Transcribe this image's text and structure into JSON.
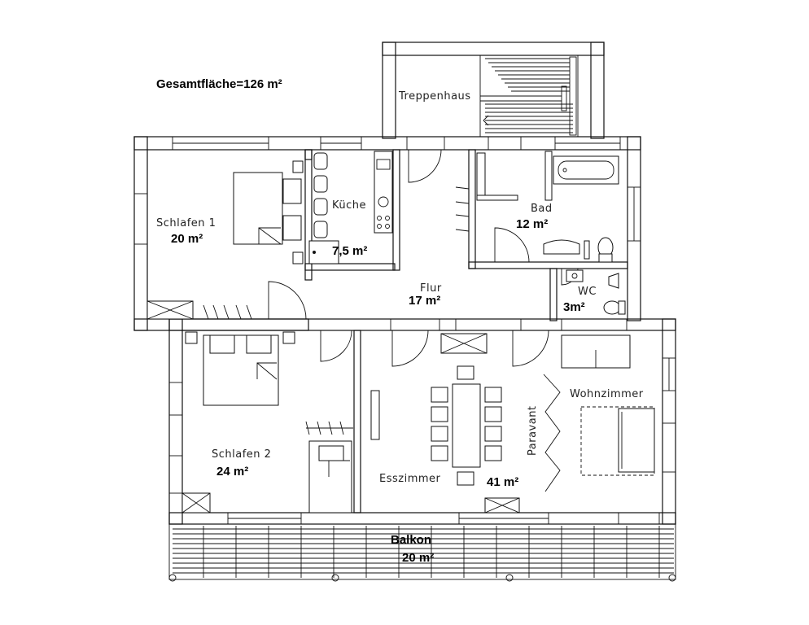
{
  "header": {
    "total_area": "Gesamtfläche=126 m²"
  },
  "rooms": {
    "treppenhaus": {
      "name": "Treppenhaus"
    },
    "schlafen1": {
      "name": "Schlafen 1",
      "area": "20 m²"
    },
    "kueche": {
      "name": "Küche",
      "area": "7,5 m²"
    },
    "bad": {
      "name": "Bad",
      "area": "12 m²"
    },
    "flur": {
      "name": "Flur",
      "area": "17 m²"
    },
    "wc": {
      "name": "WC",
      "area": "3m²"
    },
    "schlafen2": {
      "name": "Schlafen 2",
      "area": "24 m²"
    },
    "esszimmer": {
      "name": "Esszimmer",
      "area": "41 m²"
    },
    "wohnzimmer": {
      "name": "Wohnzimmer"
    },
    "paravant": {
      "name": "Paravant"
    },
    "balkon": {
      "name": "Balkon",
      "area": "20 m²"
    }
  },
  "colors": {
    "wall_line": "#111111",
    "background": "#ffffff"
  }
}
